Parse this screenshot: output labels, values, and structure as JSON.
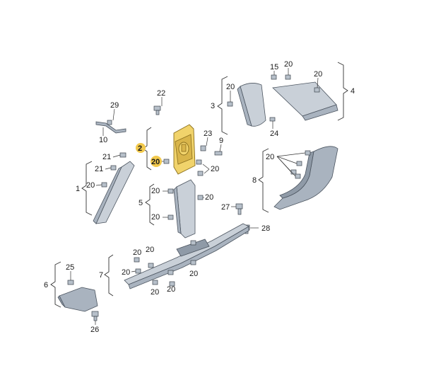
{
  "diagram": {
    "callouts": {
      "c1": "1",
      "c2": "2",
      "c3": "3",
      "c4": "4",
      "c5": "5",
      "c6": "6",
      "c7": "7",
      "c8": "8",
      "c9": "9",
      "c10": "10",
      "c15": "15",
      "c20": "20",
      "c21": "21",
      "c22": "22",
      "c23": "23",
      "c24": "24",
      "c25": "25",
      "c26": "26",
      "c27": "27",
      "c28": "28",
      "c29": "29"
    },
    "highlight_color": "#f2c94c",
    "highlighted_part_color": "#f1d36b"
  }
}
